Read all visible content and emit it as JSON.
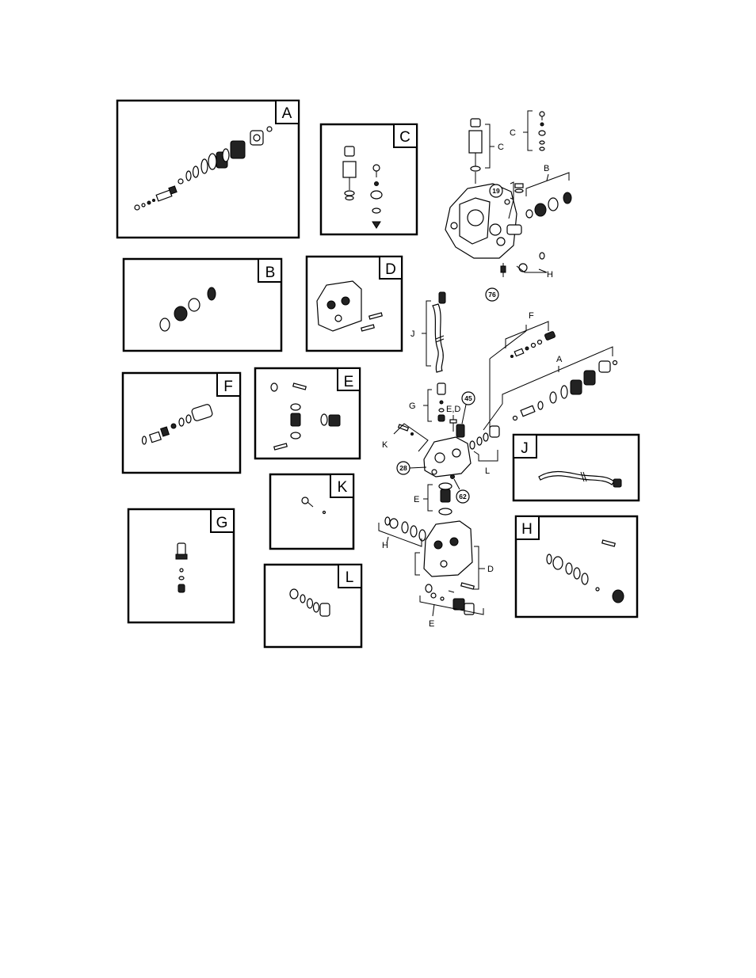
{
  "inset_boxes": [
    {
      "id": "A",
      "letter": "A"
    },
    {
      "id": "C",
      "letter": "C"
    },
    {
      "id": "B",
      "letter": "B"
    },
    {
      "id": "D",
      "letter": "D"
    },
    {
      "id": "F",
      "letter": "F"
    },
    {
      "id": "E",
      "letter": "E"
    },
    {
      "id": "K",
      "letter": "K"
    },
    {
      "id": "G",
      "letter": "G"
    },
    {
      "id": "L",
      "letter": "L"
    },
    {
      "id": "J",
      "letter": "J"
    },
    {
      "id": "H",
      "letter": "H"
    }
  ],
  "callouts": {
    "pump_c_upper": "C",
    "pump_c_lower": "C",
    "pump_b": "B",
    "pump_h": "H",
    "manifold_j": "J",
    "manifold_f": "F",
    "manifold_a": "A",
    "manifold_g": "G",
    "manifold_ed": "E,D",
    "manifold_k": "K",
    "manifold_l": "L",
    "head_e_upper": "E",
    "head_h": "H",
    "head_d": "D",
    "head_e_lower": "E"
  },
  "reference_numbers": {
    "ref_19": "19",
    "ref_76": "76",
    "ref_45": "45",
    "ref_28": "28",
    "ref_62": "62"
  }
}
